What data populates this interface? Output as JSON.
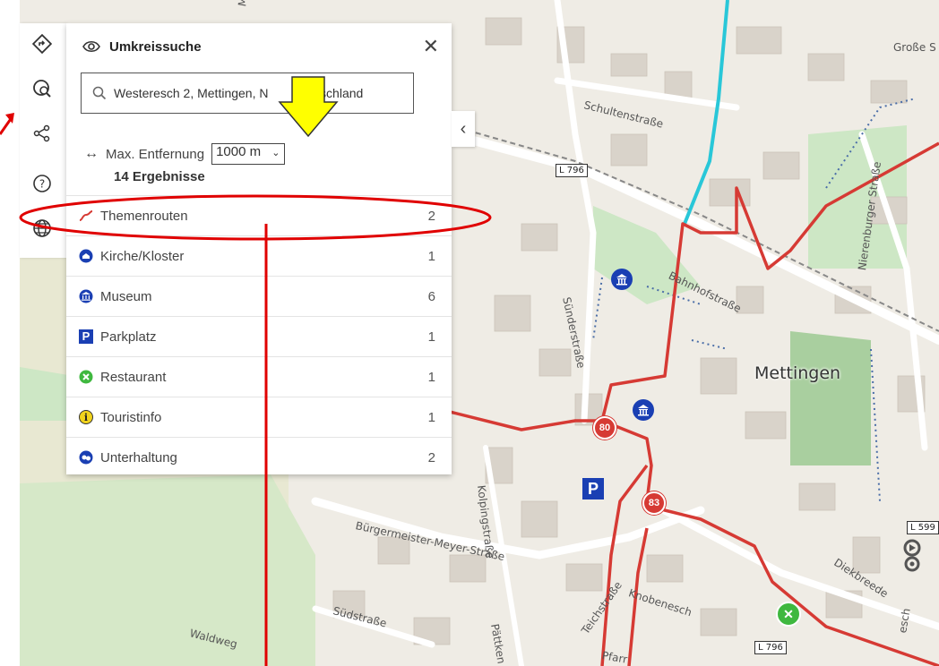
{
  "panel": {
    "title": "Umkreissuche",
    "search_value": "Westeresch 2, Mettingen, Nordrhein-Westfalen, Deutschland",
    "search_visible": "Westeresch 2, Mettingen, N",
    "search_visible_tail": "Deutschland",
    "distance_label": "Max. Entfernung",
    "distance_value": "1000 m",
    "result_count": "14 Ergebnisse",
    "categories": [
      {
        "label": "Themenrouten",
        "count": "2",
        "icon": "route-icon"
      },
      {
        "label": "Kirche/Kloster",
        "count": "1",
        "icon": "church-icon"
      },
      {
        "label": "Museum",
        "count": "6",
        "icon": "museum-icon"
      },
      {
        "label": "Parkplatz",
        "count": "1",
        "icon": "parking-icon"
      },
      {
        "label": "Restaurant",
        "count": "1",
        "icon": "restaurant-icon"
      },
      {
        "label": "Touristinfo",
        "count": "1",
        "icon": "info-icon"
      },
      {
        "label": "Unterhaltung",
        "count": "2",
        "icon": "entertainment-icon"
      }
    ]
  },
  "toolbar": {
    "icons": [
      "directions-icon",
      "map-search-icon",
      "share-icon",
      "help-icon",
      "globe-icon"
    ]
  },
  "map": {
    "town": "Mettingen",
    "streets": {
      "schulten": "Schultenstraße",
      "bahnhof": "Bahnhofstraße",
      "sunder": "Sünderstraße",
      "nierenburger": "Nierenburger Straße",
      "kolping": "Kolpingstraße",
      "buergermeister": "Bürgermeister-Meyer-Straße",
      "sued": "Südstraße",
      "wald": "Waldweg",
      "knobe": "Knobenesch",
      "teich": "Teichstraße",
      "diek": "Diekbreede",
      "grosse": "Große S",
      "pfarr": "Pfarr",
      "paettken": "Pättken",
      "esch": "esch",
      "mer": "Mer"
    },
    "shields": [
      "L 796",
      "L 599",
      "L 796"
    ],
    "route_badges": [
      "80",
      "83"
    ],
    "parking_letter": "P",
    "colors": {
      "route": "#d63a34",
      "water": "#29c7d8",
      "park": "#cde7c5",
      "land": "#efece5",
      "building": "#d9d3ca"
    }
  },
  "annotation": {
    "color": "#e00000",
    "arrow_color": "#ffff00"
  }
}
